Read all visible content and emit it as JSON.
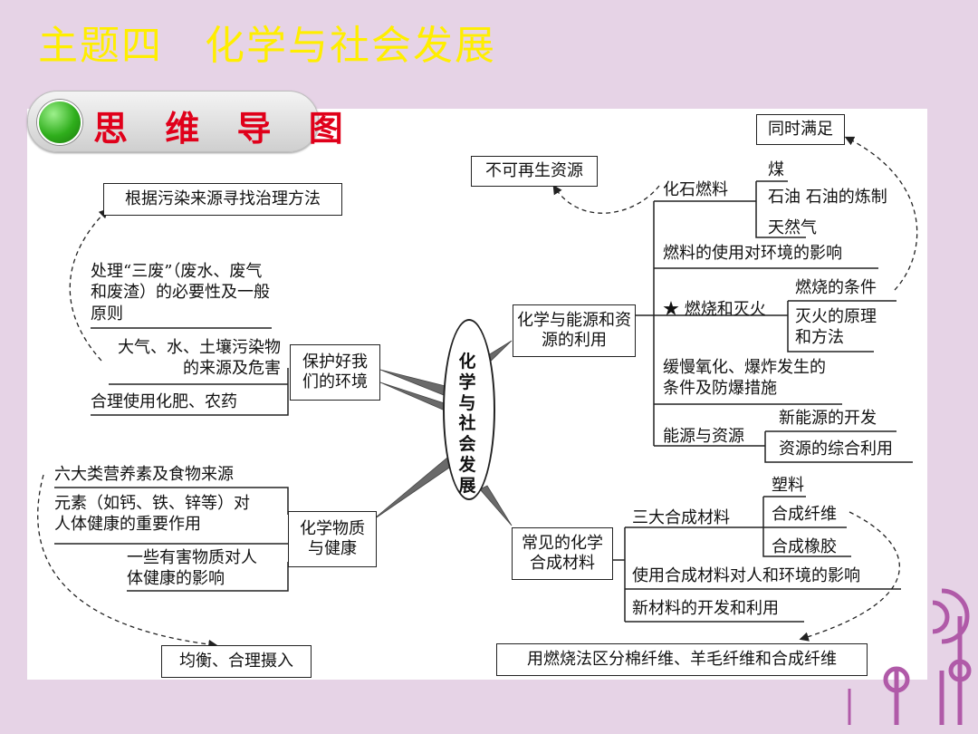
{
  "slide_title": "主题四　化学与社会发展",
  "badge_label": "思 维 导 图",
  "center": "化学与社会发展",
  "left": {
    "protect": {
      "label": "保护好我们的环境",
      "items": [
        "大气、水、土壤污染物的来源及危害",
        "合理使用化肥、农药"
      ],
      "note": "处理“三废”（废水、废气和废渣）的必要性及一般原则",
      "target": "根据污染来源寻找治理方法"
    },
    "health": {
      "label": "化学物质与健康",
      "items": [
        "六大类营养素及食物来源",
        "元素（如钙、铁、锌等）对人体健康的重要作用",
        "一些有害物质对人体健康的影响"
      ],
      "target": "均衡、合理摄入"
    }
  },
  "right": {
    "energy": {
      "label": "化学与能源和资源的利用",
      "fossil": "化石燃料",
      "fossil_items": [
        "煤",
        "石油 石油的炼制",
        "天然气"
      ],
      "fuel_env": "燃料的使用对环境的影响",
      "combustion": "★ 燃烧和灭火",
      "combustion_items": [
        "燃烧的条件",
        "灭火的原理和方法"
      ],
      "slow_oxidation": "缓慢氧化、爆炸发生的条件及防爆措施",
      "energy_resources": "能源与资源",
      "energy_items": [
        "新能源的开发",
        "资源的综合利用"
      ],
      "nonrenewable": "不可再生资源",
      "both": "同时满足"
    },
    "materials": {
      "label": "常见的化学合成材料",
      "three": "三大合成材料",
      "three_items": [
        "塑料",
        "合成纤维",
        "合成橡胶"
      ],
      "impact": "使用合成材料对人和环境的影响",
      "new": "新材料的开发和利用",
      "identify": "用燃烧法区分棉纤维、羊毛纤维和合成纤维"
    }
  },
  "colors": {
    "background": "#e6d3e6",
    "title": "#ffee00",
    "badge_text": "#e0001a",
    "deco": "#b05aa8"
  }
}
